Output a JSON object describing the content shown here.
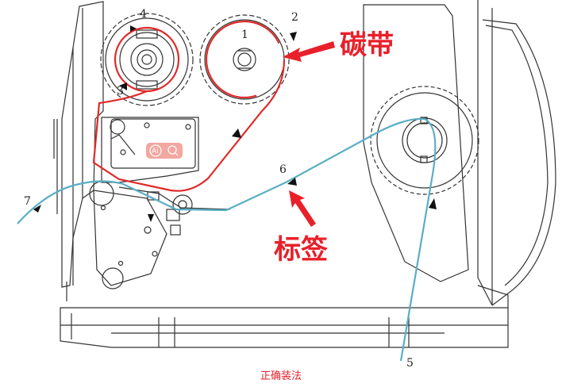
{
  "labels": {
    "ribbon": "碳带",
    "label_stock": "标签",
    "caption": "正确装法"
  },
  "numbers": {
    "n1": "1",
    "n2": "2",
    "n3": "3",
    "n4": "4",
    "n5": "5",
    "n6": "6",
    "n7": "7"
  },
  "badge": {
    "ai": "Ai"
  },
  "colors": {
    "ribbon_path": "#e02a2a",
    "label_path": "#5aaec4",
    "arrow": "#e8202a",
    "line": "#333333"
  }
}
